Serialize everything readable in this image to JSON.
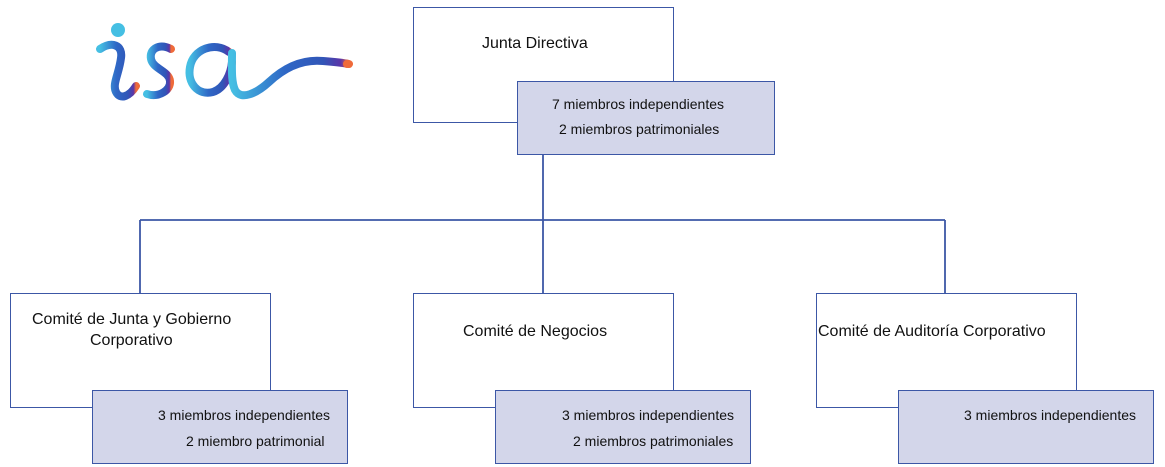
{
  "logo": {
    "text": "isa",
    "colors": {
      "cyan": "#45bfe3",
      "blue": "#2b4fb3",
      "purple": "#5b35a8",
      "accent": "#ef6a3a"
    }
  },
  "board": {
    "title": "Junta Directiva",
    "members": [
      "7 miembros independientes",
      "2 miembros patrimoniales"
    ]
  },
  "committees": [
    {
      "title_lines": [
        "Comité de Junta y Gobierno",
        "Corporativo"
      ],
      "members": [
        "3 miembros independientes",
        "2 miembro patrimonial"
      ]
    },
    {
      "title_lines": [
        "Comité de Negocios"
      ],
      "members": [
        "3 miembros independientes",
        "2 miembros patrimoniales"
      ]
    },
    {
      "title_lines": [
        "Comité de Auditoría Corporativo"
      ],
      "members": [
        "3 miembros independientes"
      ]
    }
  ],
  "colors": {
    "border": "#3c57a6",
    "sub_box": "#d3d6ea",
    "line": "#3c57a6"
  }
}
